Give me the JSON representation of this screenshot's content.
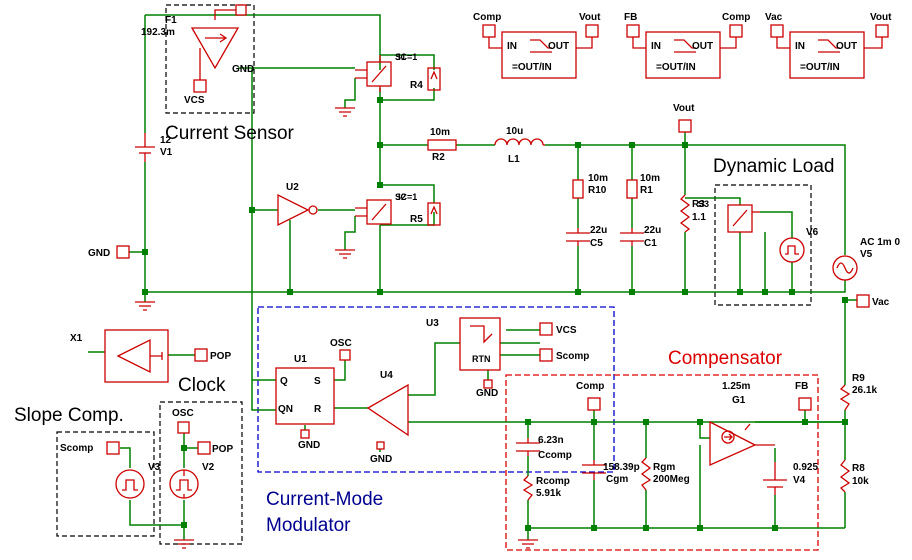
{
  "sections": {
    "current_sensor": "Current Sensor",
    "dynamic_load": "Dynamic Load",
    "clock": "Clock",
    "slope_comp": "Slope Comp.",
    "compensator": "Compensator",
    "modulator_line1": "Current-Mode",
    "modulator_line2": "Modulator"
  },
  "components": {
    "f1_name": "F1",
    "f1_value": "192.3m",
    "f1_gnd": "GND",
    "f1_vcs": "VCS",
    "v1_value": "12",
    "v1_name": "V1",
    "s1_name": "S1",
    "s1_alt": "IC=1",
    "r4": "R4",
    "s2_name": "S2",
    "s2_alt": "IC=1",
    "r5": "R5",
    "u2": "U2",
    "r2_value": "10m",
    "r2_name": "R2",
    "l1_value": "10u",
    "l1_name": "L1",
    "r10_value": "10m",
    "r10_name": "R10",
    "c5_value": "22u",
    "c5_name": "C5",
    "r1_value": "10m",
    "r1_name": "R1",
    "c1_value": "22u",
    "c1_name": "C1",
    "r3_name": "R3",
    "r3_value": "1.1",
    "s3_name": "S3",
    "v6": "V6",
    "v5_value": "AC 1m 0",
    "v5_name": "V5",
    "x1": "X1",
    "u1": "U1",
    "u1_q": "Q",
    "u1_s": "S",
    "u1_qn": "QN",
    "u1_r": "R",
    "u4": "U4",
    "u3": "U3",
    "u3_rtn": "RTN",
    "r9_name": "R9",
    "r9_value": "26.1k",
    "r8_name": "R8",
    "r8_value": "10k",
    "g1_value": "1.25m",
    "g1_name": "G1",
    "ccomp_value": "6.23n",
    "ccomp_name": "Ccomp",
    "rcomp_name": "Rcomp",
    "rcomp_value": "5.91k",
    "cgm_value": "158.39p",
    "cgm_name": "Cgm",
    "rgm_name": "Rgm",
    "rgm_value": "200Meg",
    "v4_value": "0.925",
    "v4_name": "V4",
    "v3": "V3",
    "v2": "V2"
  },
  "nets": {
    "gnd": "GND",
    "vout": "Vout",
    "comp": "Comp",
    "fb": "FB",
    "vac": "Vac",
    "vcs": "VCS",
    "scomp": "Scomp",
    "osc": "OSC",
    "pop": "POP"
  },
  "probes": {
    "p1_in": "Comp",
    "p1_out": "Vout",
    "p1_in_lbl": "IN",
    "p1_out_lbl": "OUT",
    "p1_formula": "=OUT/IN",
    "p2_in": "FB",
    "p2_out": "Comp",
    "p2_in_lbl": "IN",
    "p2_out_lbl": "OUT",
    "p2_formula": "=OUT/IN",
    "p3_in": "Vac",
    "p3_out": "Vout",
    "p3_in_lbl": "IN",
    "p3_out_lbl": "OUT",
    "p3_formula": "=OUT/IN"
  }
}
